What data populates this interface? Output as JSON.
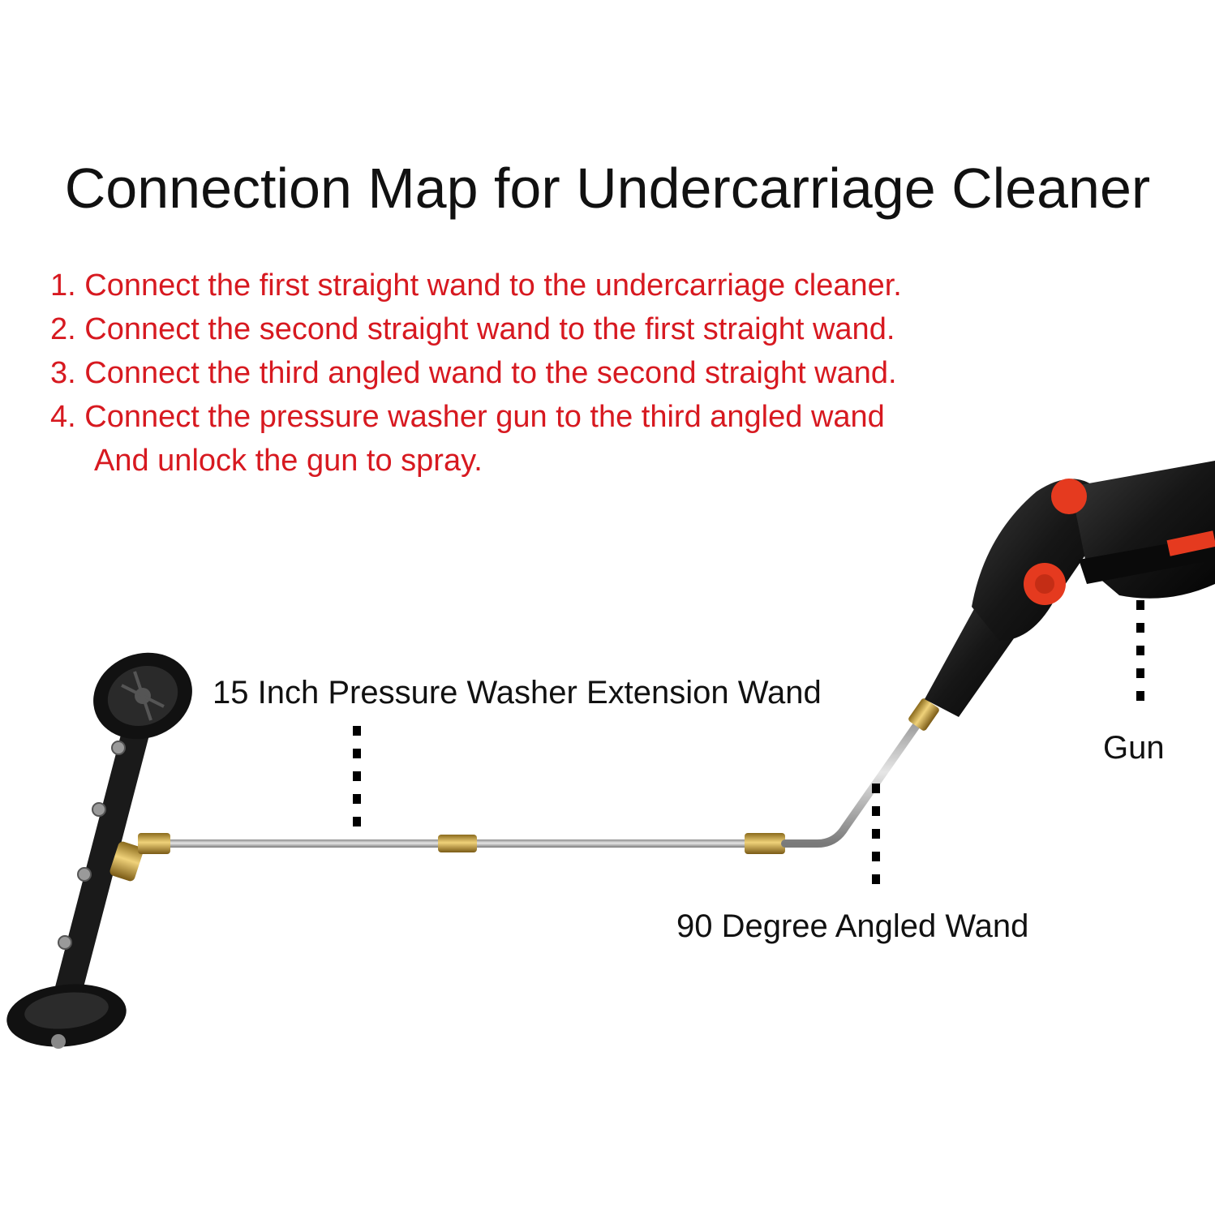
{
  "title": "Connection Map for Undercarriage Cleaner",
  "steps": [
    {
      "number": "1.",
      "text": "Connect the first straight wand to the undercarriage cleaner."
    },
    {
      "number": "2.",
      "text": "Connect the second straight wand to the first straight wand."
    },
    {
      "number": "3.",
      "text": "Connect the third angled wand to the second straight wand."
    },
    {
      "number": "4.",
      "text": "Connect the pressure washer gun to the third angled wand",
      "continuation": "And unlock the gun to spray."
    }
  ],
  "labels": {
    "extension_wand": "15 Inch Pressure Washer Extension Wand",
    "angled_wand": "90 Degree Angled Wand",
    "gun": "Gun"
  },
  "colors": {
    "instruction_text": "#d71920",
    "accent_red": "#e53a1f",
    "body_black": "#1b1b1b",
    "brass": "#c9a13b",
    "steel": "#b9b9b9"
  }
}
